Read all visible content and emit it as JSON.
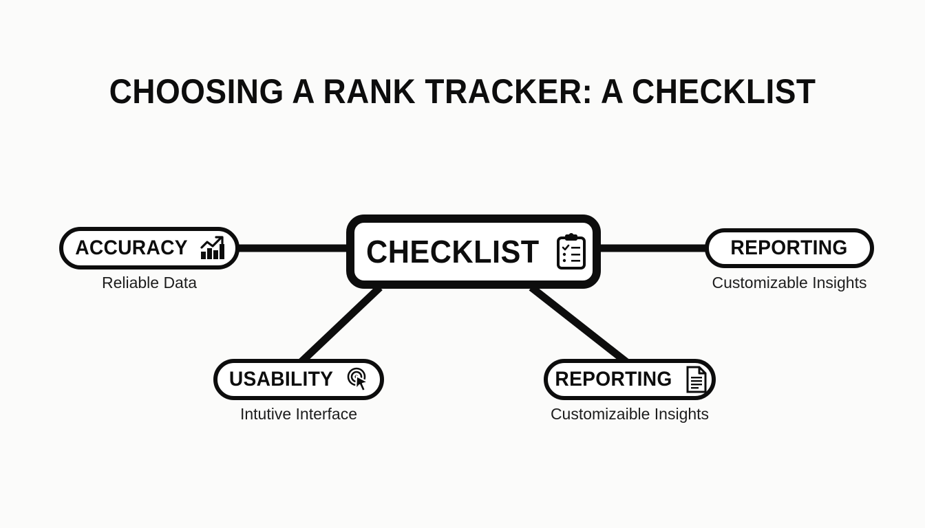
{
  "page": {
    "title": "CHOOSING A RANK TRACKER: A CHECKLIST",
    "background_color": "#fbfbfa",
    "ink_color": "#0d0d0d"
  },
  "diagram": {
    "type": "hub-and-spoke mind map",
    "hub": {
      "label": "CHECKLIST",
      "icon": "clipboard-checklist-icon"
    },
    "branches": [
      {
        "id": "accuracy",
        "label": "ACCURACY",
        "icon": "bar-chart-growth-icon",
        "subtitle": "Reliable Data",
        "position": "left"
      },
      {
        "id": "reporting-right",
        "label": "REPORTING",
        "icon": "none",
        "subtitle": "Customizable Insights",
        "position": "right"
      },
      {
        "id": "usability",
        "label": "USABILITY",
        "icon": "cursor-click-icon",
        "subtitle": "Intutive Interface",
        "position": "bottom-left"
      },
      {
        "id": "reporting-bottom",
        "label": "REPORTING",
        "icon": "document-page-icon",
        "subtitle": "Customizaible Insights",
        "position": "bottom-right"
      }
    ]
  }
}
